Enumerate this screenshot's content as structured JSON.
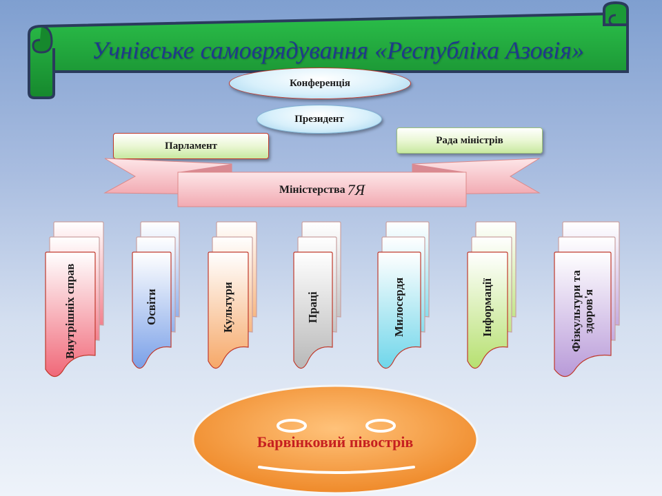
{
  "title": "Учнівське самоврядування «Республіка Азовія»",
  "conference": "Конференція",
  "president": "Президент",
  "parliament": "Парламент",
  "council": "Рада міністрів",
  "ministries": {
    "label": "Міністерства",
    "suffix": "7Я"
  },
  "departments": [
    {
      "label": "Внутрішніх справ",
      "color": "#f06878"
    },
    {
      "label": "Освіти",
      "color": "#7aa0e8"
    },
    {
      "label": "Культури",
      "color": "#f6a868"
    },
    {
      "label": "Праці",
      "color": "#b8b8b8"
    },
    {
      "label": "Милосердя",
      "color": "#6fd6ea"
    },
    {
      "label": "Інформації",
      "color": "#b6e070"
    },
    {
      "label": "Фізкультури та здоров'я",
      "color": "#b89ad8"
    }
  ],
  "island": "Барвінковий півострів",
  "colors": {
    "scroll": "#1fa13a",
    "scroll_border": "#2a3b5c",
    "ribbon": "#f7c8cc",
    "face": "#f39a3c"
  }
}
